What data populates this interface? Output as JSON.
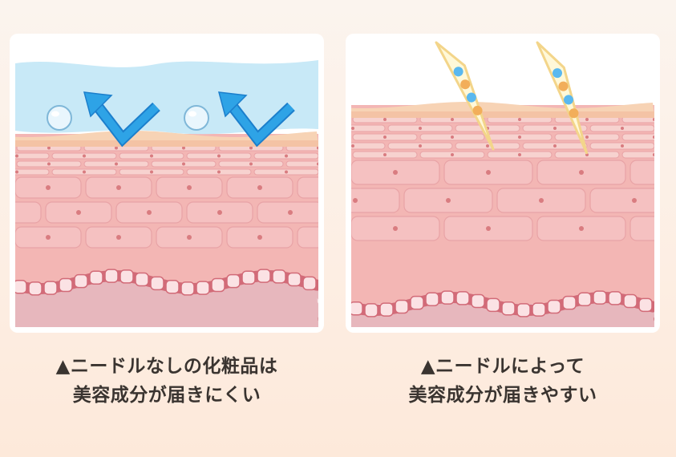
{
  "captions": {
    "left": {
      "line1": "▲ニードルなしの化粧品は",
      "line2": "美容成分が届きにくい"
    },
    "right": {
      "line1": "▲ニードルによって",
      "line2": "美容成分が届きやすい"
    }
  },
  "colors": {
    "background": "#fbf4ee",
    "skin_surface": "#f7d3b5",
    "cell_fill": "#f5c1c1",
    "cell_border": "#e8a3a6",
    "basal_cell": "#f29aa3",
    "dermis": "#e7b7bd",
    "cream_layer": "#c8e9f7",
    "arrow_blue": "#2ea3e6",
    "needle": "#fff8d8",
    "needle_outline": "#f3d58a",
    "dot_blue": "#5ab8ef",
    "dot_orange": "#f2ae5a"
  },
  "icons": {
    "bubble": "bubble-icon",
    "arrow": "bounce-arrow-icon",
    "needle": "microneedle-icon"
  }
}
